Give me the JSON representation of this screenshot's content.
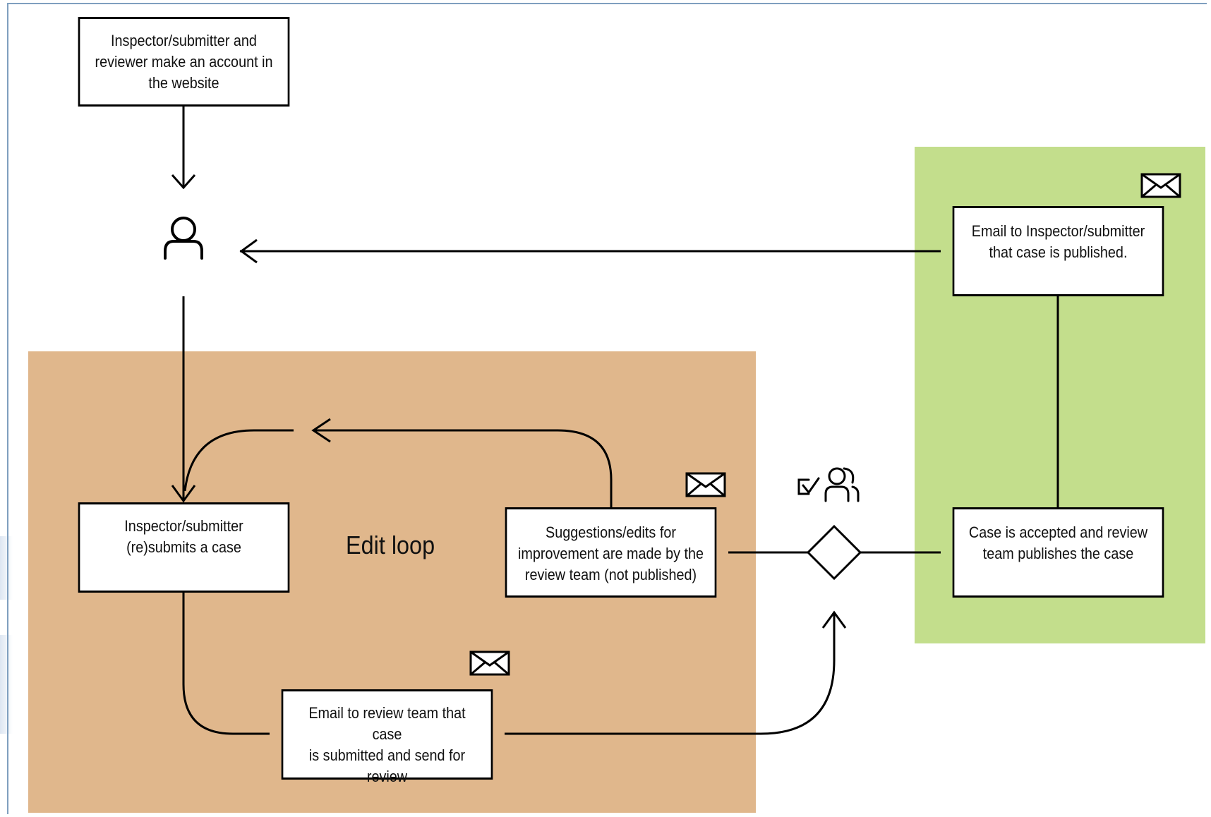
{
  "diagram": {
    "regions": {
      "edit": {
        "color": "#e0b78c"
      },
      "publish": {
        "color": "#c3de8c"
      }
    },
    "labels": {
      "edit_loop": "Edit loop"
    },
    "boxes": {
      "account": "Inspector/submitter and\nreviewer make an account in\nthe website",
      "submit": "Inspector/submitter\n(re)submits a case",
      "email_review": "Email to review team that case\nis submitted and send for\nreview",
      "suggestions": "Suggestions/edits for\nimprovement are made by the\nreview team (not published)",
      "accepted": "Case is accepted and review\nteam publishes the case",
      "email_published": "Email to Inspector/submitter\nthat case is published."
    },
    "icons": {
      "user": "user-icon",
      "review_team": "review-team-icon",
      "checkbox": "checkbox-check-icon",
      "envelope": "envelope-icon",
      "decision": "decision-diamond"
    }
  }
}
